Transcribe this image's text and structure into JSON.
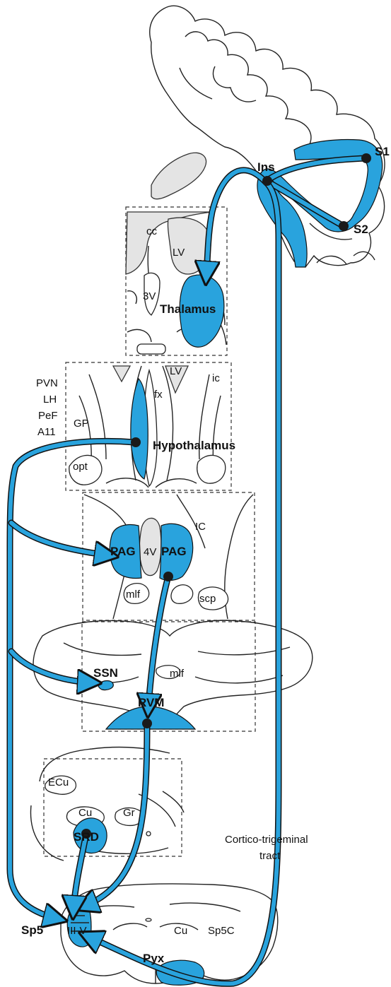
{
  "colors": {
    "accent": "#29a3dd",
    "ink": "#111111",
    "gray_fill": "#e4e4e4"
  },
  "labels": {
    "s1": "S1",
    "s2": "S2",
    "ins": "Ins",
    "cc": "cc",
    "lv_upper": "LV",
    "v3": "3V",
    "thalamus": "Thalamus",
    "lv_lower": "LV",
    "ic_small": "ic",
    "fx": "fx",
    "gp": "GP",
    "opt": "opt",
    "hypothalamus": "Hypothalamus",
    "hypo_nuclei": [
      "PVN",
      "LH",
      "PeF",
      "A11"
    ],
    "ic_big": "IC",
    "pag_left": "PAG",
    "pag_right": "PAG",
    "v4": "4V",
    "mlf_mid": "mlf",
    "scp": "scp",
    "ssn": "SSN",
    "mlf_pons": "mlf",
    "rvm": "RVM",
    "ecu": "ECu",
    "cu_med": "Cu",
    "gr": "Gr",
    "srd": "SRD",
    "cortico_line1": "Cortico-trigeminal",
    "cortico_line2": "tract",
    "sp5": "Sp5",
    "iii_v": "III-V",
    "cu_spinal": "Cu",
    "sp5c": "Sp5C",
    "pyx": "Pyx"
  }
}
